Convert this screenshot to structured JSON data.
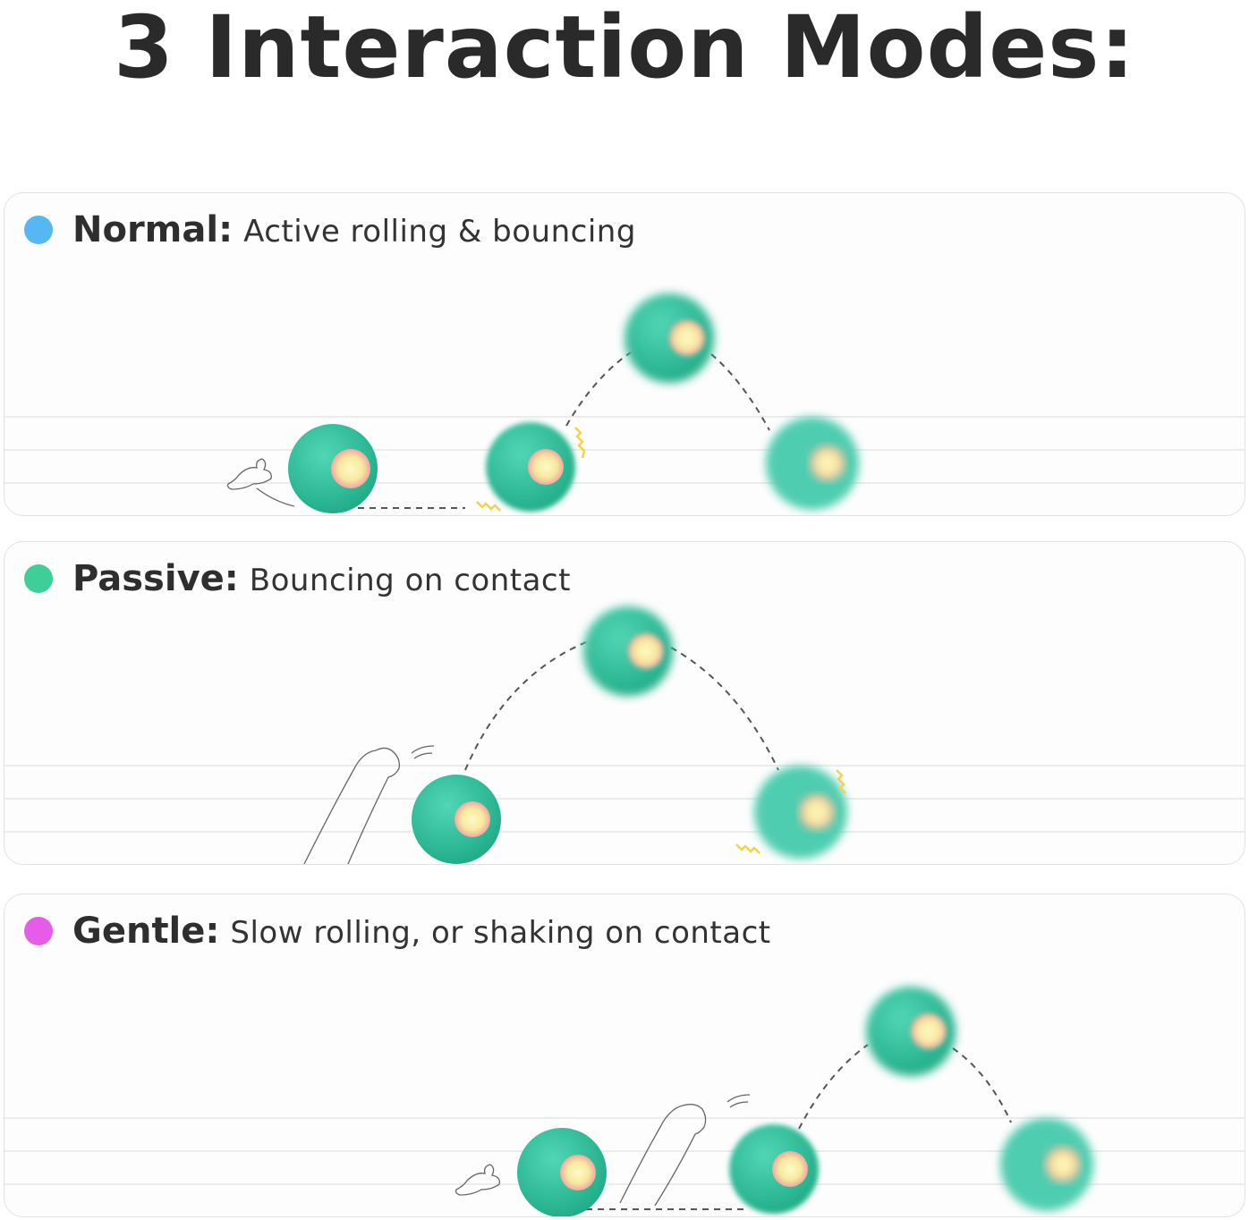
{
  "title": "3 Interaction Modes:",
  "modes": [
    {
      "name": "Normal:",
      "description": "Active rolling & bouncing",
      "color": "#55b8f2",
      "icon": "blue-dot-icon"
    },
    {
      "name": "Passive:",
      "description": "Bouncing on contact",
      "color": "#3dcf97",
      "icon": "green-dot-icon"
    },
    {
      "name": "Gentle:",
      "description": "Slow rolling, or shaking on contact",
      "color": "#e55ce9",
      "icon": "magenta-dot-icon"
    }
  ],
  "colors": {
    "ball": "#2fbf9b",
    "ball_light": "#6fdcc1",
    "ball_glow": "#f6f2a6",
    "ball_ring": "#f2a8a0",
    "dashed_path": "#555555",
    "spark": "#f3d24b",
    "floor_lines": "#e6e6e6"
  },
  "illustration_icons": [
    "ball-toy-icon",
    "cat-paw-icon",
    "spark-icon"
  ]
}
